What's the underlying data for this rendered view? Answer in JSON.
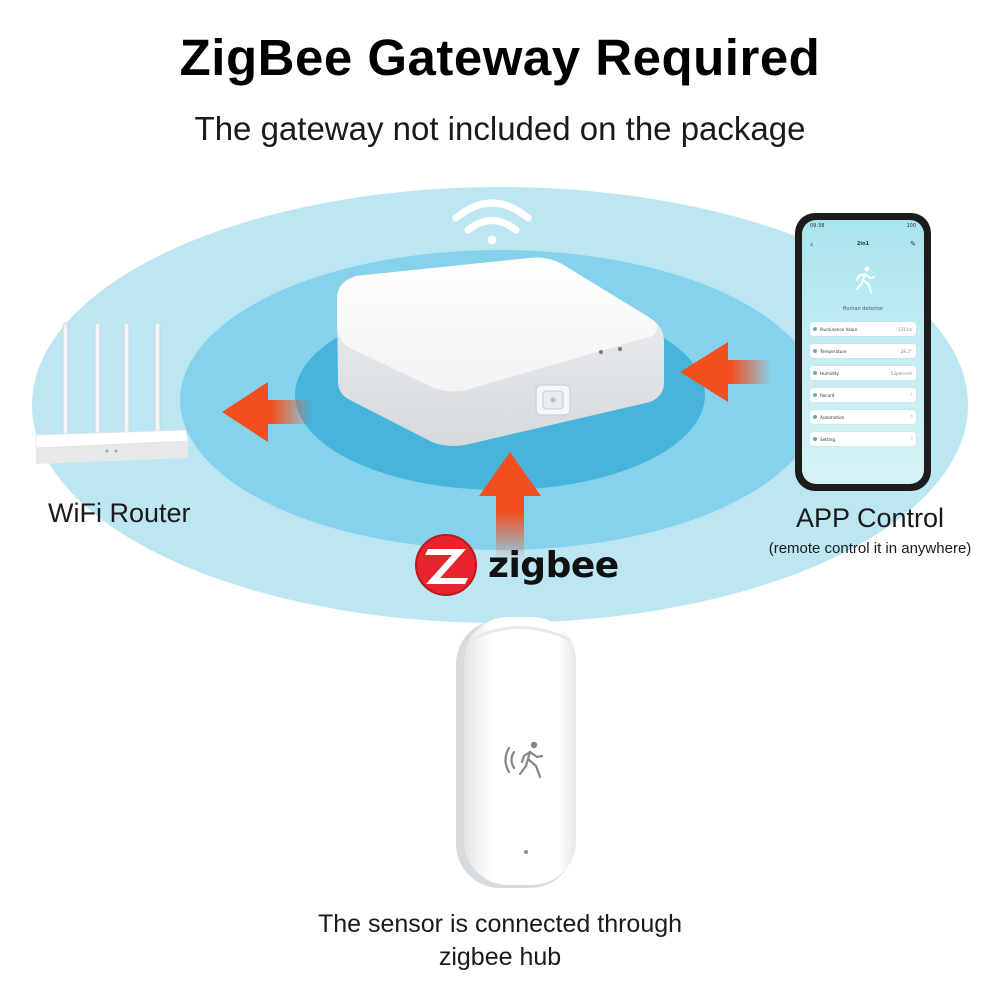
{
  "header": {
    "title": "ZigBee Gateway Required",
    "subtitle": "The gateway not included on the package"
  },
  "router": {
    "label": "WiFi Router"
  },
  "app": {
    "label": "APP Control",
    "sublabel": "(remote control it in anywhere)",
    "phone": {
      "time": "09:38",
      "status": "100",
      "title": "2in1",
      "hero_title": "Human detector",
      "rows": [
        {
          "label": "Illuminance Value",
          "value": "1311lx"
        },
        {
          "label": "Temperature",
          "value": "28.2°"
        },
        {
          "label": "Humidity",
          "value": "53percent"
        },
        {
          "label": "Record",
          "value": ""
        },
        {
          "label": "Automation",
          "value": ""
        },
        {
          "label": "Setting",
          "value": ""
        }
      ]
    }
  },
  "protocol": {
    "label": "zigbee"
  },
  "sensor": {
    "caption_line1": "The sensor is connected through",
    "caption_line2": "zigbee hub"
  },
  "colors": {
    "ring_outer": "#bde6f3",
    "ring_middle": "#86d2ec",
    "ring_inner": "#47b4dc",
    "arrow": "#f24e1e",
    "zigbee_red": "#e8232b"
  },
  "icons": [
    "wifi-signal-icon",
    "arrow-left-icon",
    "arrow-up-icon",
    "zigbee-logo-icon",
    "motion-person-icon"
  ]
}
